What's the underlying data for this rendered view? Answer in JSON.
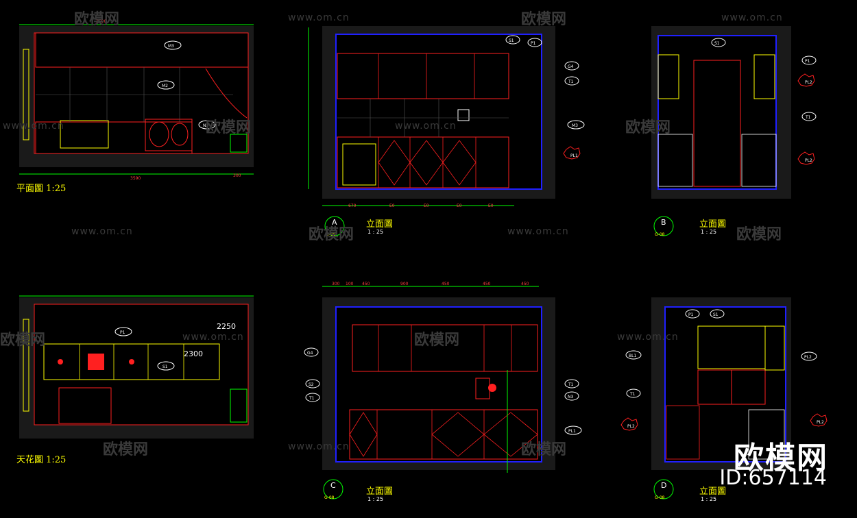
{
  "watermarks": {
    "site": "www.om.cn",
    "brand": "欧模网"
  },
  "logo": {
    "brand": "欧模网",
    "id": "ID:657114"
  },
  "views": {
    "plan": {
      "title": "平面圖 1:25"
    },
    "ceiling": {
      "title": "天花圖 1:25",
      "heights": [
        "2250",
        "2300"
      ]
    },
    "elev_a": {
      "letter": "A",
      "sheet": "G-08",
      "title": "立面圖",
      "scale": "1 : 25"
    },
    "elev_b": {
      "letter": "B",
      "sheet": "G-08",
      "title": "立面圖",
      "scale": "1 : 25"
    },
    "elev_c": {
      "letter": "C",
      "sheet": "G-08",
      "title": "立面圖",
      "scale": "1 : 25"
    },
    "elev_d": {
      "letter": "D",
      "sheet": "G-08",
      "title": "立面圖",
      "scale": "1 : 25"
    }
  },
  "tags": {
    "m3": "M3",
    "m2": "M2",
    "n3": "N3",
    "p1": "P1",
    "s1": "S1",
    "g4": "G4",
    "t1": "T1",
    "pl1": "PL1",
    "pl2": "PL2",
    "s2": "S2",
    "bl1": "BL1"
  },
  "dimensions": {
    "plan_top": "3590",
    "plan_bottom": "3590",
    "plan_side": "300",
    "a_bottom": [
      "670",
      "E0",
      "E0",
      "E0",
      "E0"
    ],
    "c_top": [
      "300",
      "100",
      "450",
      "900",
      "450",
      "450",
      "450"
    ]
  },
  "colors": {
    "wall": "#1a1a1a",
    "cad_red": "#ff2020",
    "cad_yellow": "#ffff00",
    "cad_green": "#00ff00",
    "cad_blue": "#2020ff",
    "cad_white": "#ffffff"
  }
}
